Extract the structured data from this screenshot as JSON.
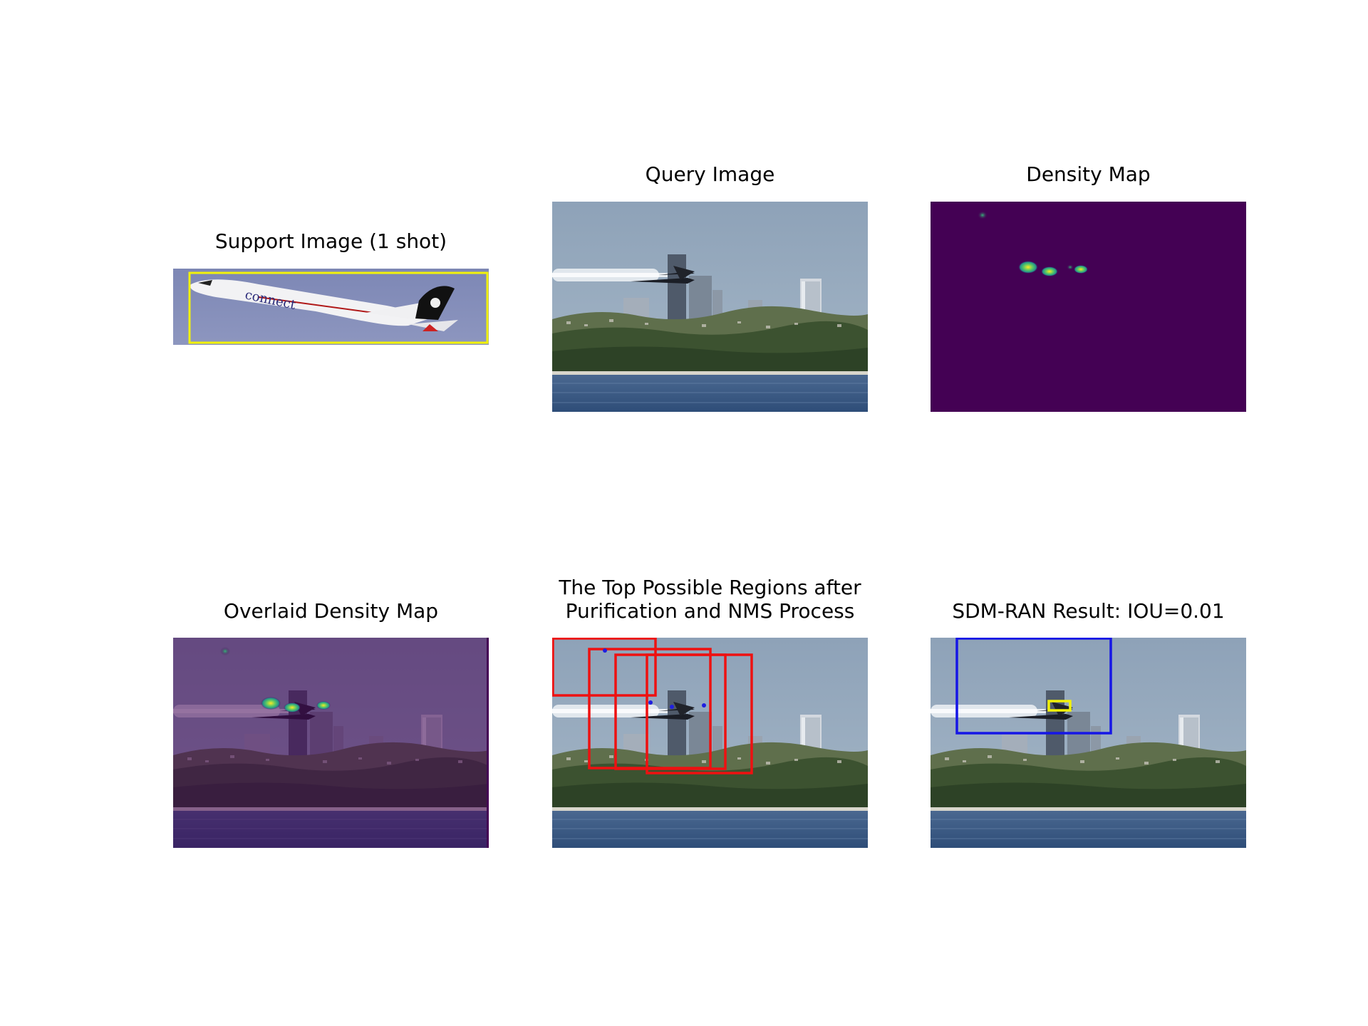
{
  "panels": {
    "support": {
      "title": "Support Image (1 shot)"
    },
    "query": {
      "title": "Query Image"
    },
    "density": {
      "title": "Density Map"
    },
    "overlaid": {
      "title": "Overlaid Density Map"
    },
    "regions": {
      "title": "The Top Possible Regions after\nPurification and NMS Process"
    },
    "result": {
      "title": "SDM-RAN Result: IOU=0.01"
    }
  },
  "colors": {
    "support_box": "#f2f20a",
    "region_box": "#ee1111",
    "region_center": "#1f1fe0",
    "result_pred_box": "#1616e6",
    "result_gt_box": "#f2f20a",
    "density_background": "#440154"
  }
}
